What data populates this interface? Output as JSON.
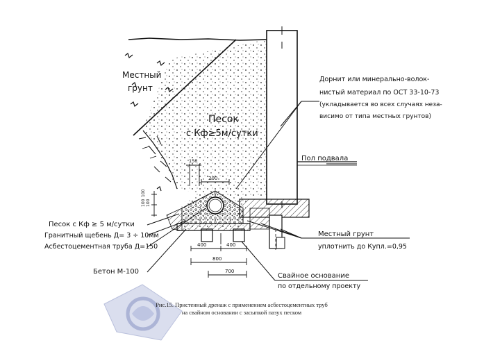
{
  "labels": {
    "local_soil_top": "Местный",
    "local_soil_bottom": "грунт",
    "sand_line1": "Песок",
    "sand_line2": "с Кф≥5м/сутки",
    "dornit_line1": "Дорнит или минерально-волок-",
    "dornit_line2": "нистый материал по ОСТ 33-10-73",
    "dornit_line3": "(укладывается во всех случаях неза-",
    "dornit_line4": "висимо от типа местных грунтов)",
    "basement_floor": "Пол подвала",
    "sand_callout": "Песок с Кф ≥ 5 м/сутки",
    "granite_callout": "Гранитный щебень Д= 3 ÷ 10мм",
    "pipe_callout": "Асбестоцементная труба  Д=150",
    "concrete_callout": "Бетон М-100",
    "local_soil_callout": "Местный  грунт",
    "compact_callout": "уплотнить до Купл.=0,95",
    "pile_line1": "Свайное основание",
    "pile_line2": "по отдельному проекту"
  },
  "dimensions": {
    "d150": "150",
    "d200": "200",
    "d100a": "100",
    "d100b": "100",
    "d100c": "100",
    "d400a": "400",
    "d400b": "400",
    "d800": "800",
    "d700": "700"
  },
  "caption": {
    "line1": "Рис.15. Пристенный дренаж с применением асбестоцементных труб",
    "line2": "на свайном основании с засыпкой пазух песком"
  },
  "colors": {
    "ink": "#111111",
    "watermark": "#c9cfe6"
  }
}
